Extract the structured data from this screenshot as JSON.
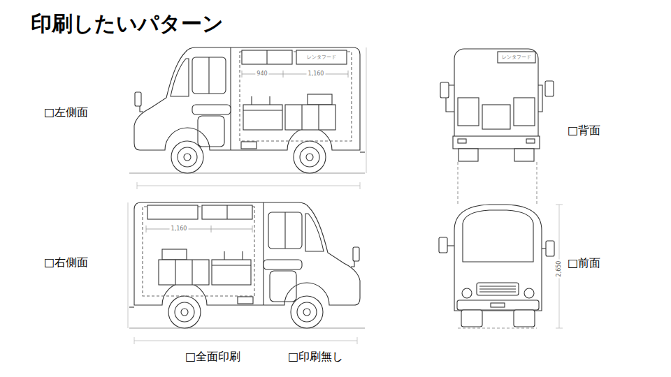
{
  "diagram": {
    "title": "印刷したいパターン",
    "labels": [
      "□左側面",
      "□右側面",
      "□背面",
      "□前面",
      "□全面印刷",
      "□印刷無し",
      "レンタフード",
      "940",
      "1,160",
      "レンタフード",
      "1,160",
      "2,650"
    ]
  }
}
